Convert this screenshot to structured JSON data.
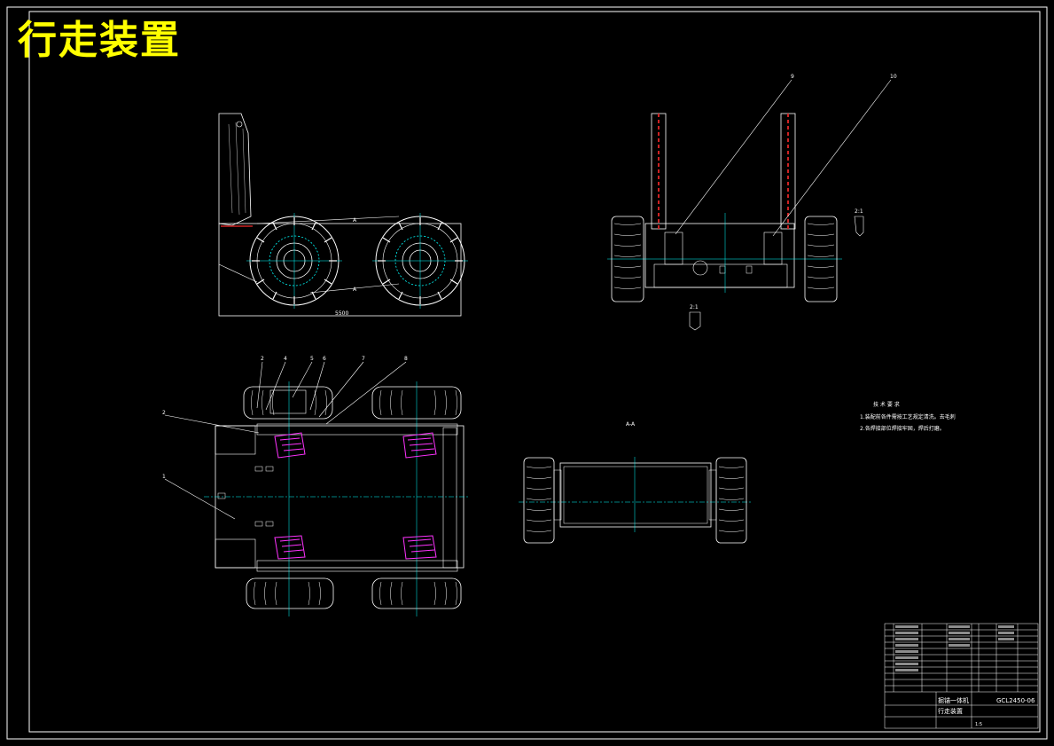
{
  "drawing": {
    "title": "行走装置",
    "section_label": "A-A",
    "dimension": "5500",
    "callouts_top": [
      "9",
      "10"
    ],
    "callouts_plan": [
      "2",
      "4",
      "5",
      "6",
      "7",
      "8",
      "2",
      "1"
    ],
    "scale_marks": [
      "2:1",
      "2:1"
    ]
  },
  "technical_requirements": {
    "heading": "技 术 要 求",
    "items": [
      "1.装配前各件需按工艺规定清洗。去毛刺",
      "2.各焊接部位焊接牢固，焊后打磨。"
    ]
  },
  "title_block": {
    "drawing_number": "GCL2450-06",
    "machine_name": "掘锚一体机",
    "part_name": "行走装置",
    "scale": "1:5"
  },
  "colors": {
    "background": "#000000",
    "line": "#ffffff",
    "title": "#ffff00",
    "center_line": "#00ffff",
    "hatch_red": "#cc2222",
    "magenta": "#ff33ff"
  }
}
